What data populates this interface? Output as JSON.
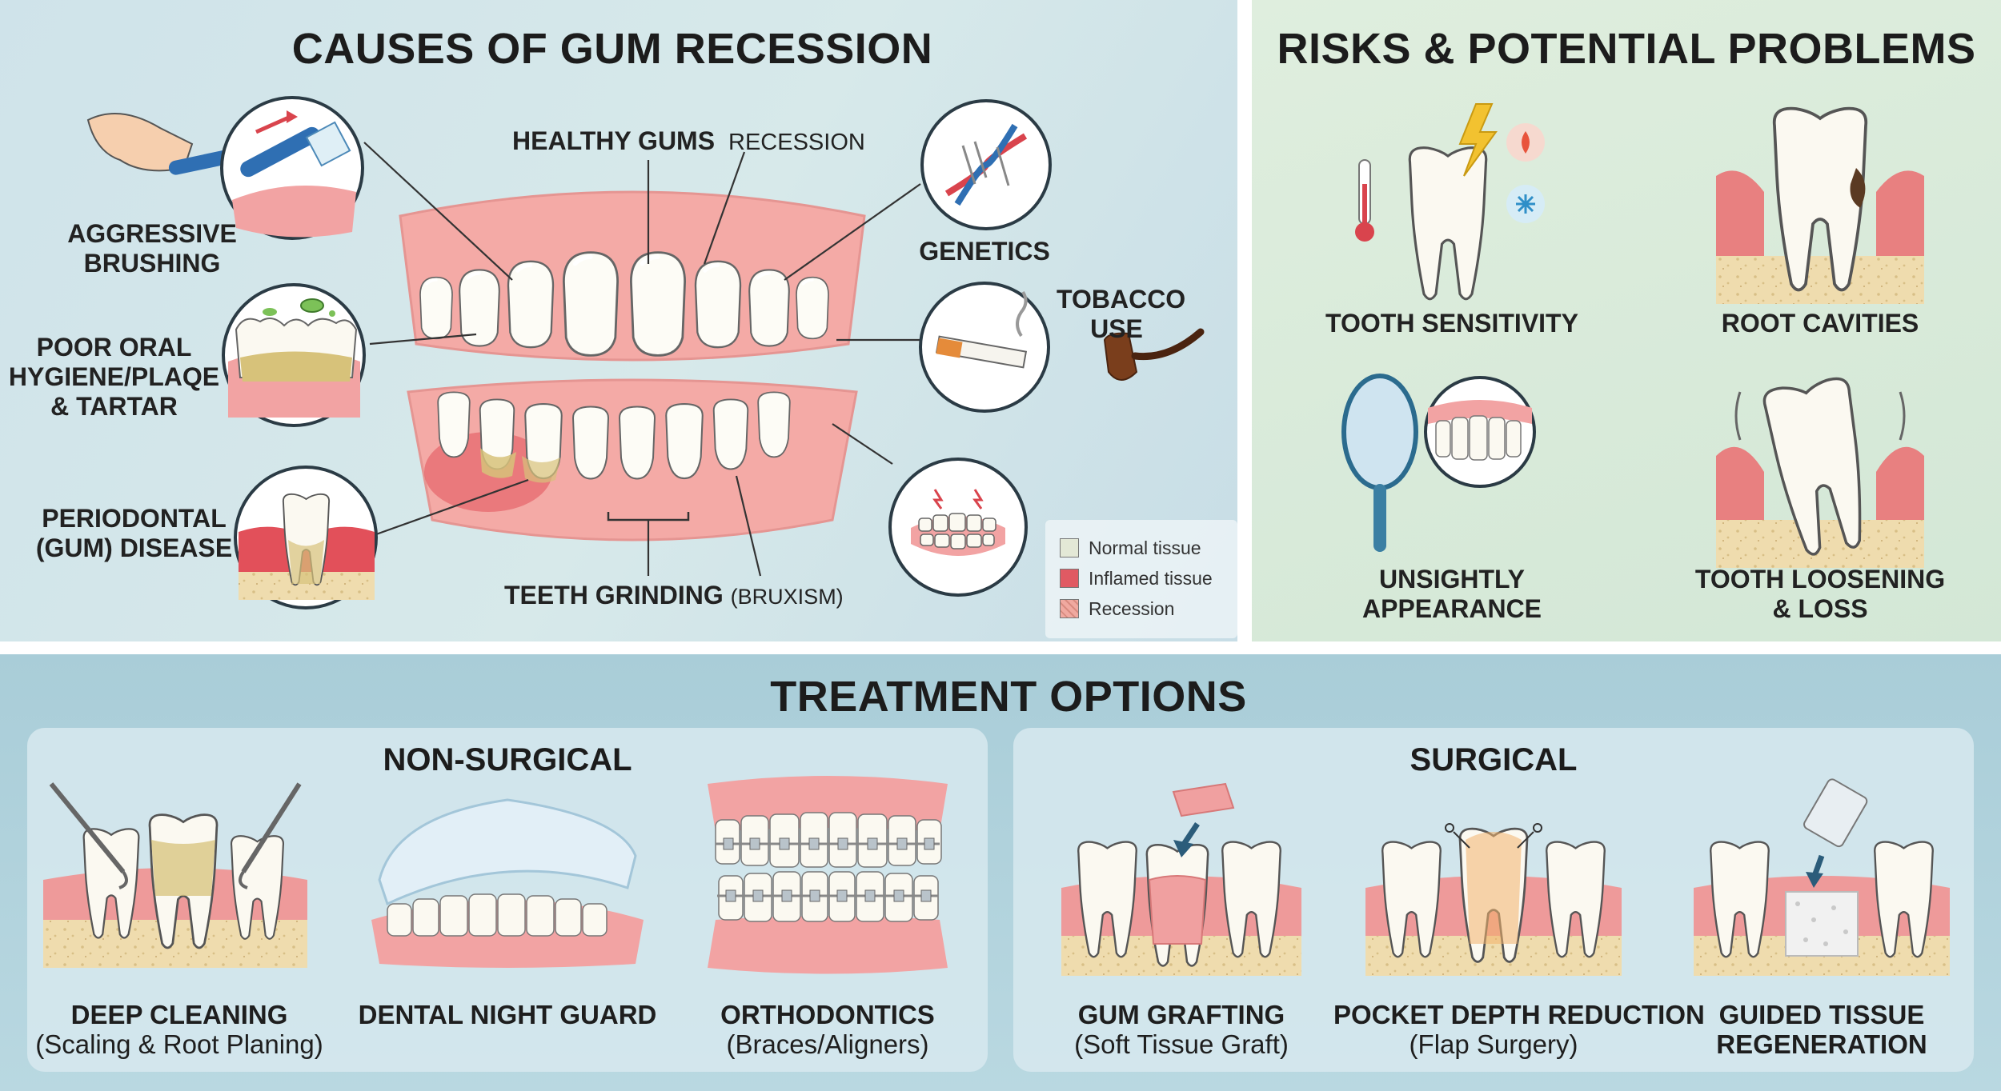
{
  "causes": {
    "title": "CAUSES OF GUM RECESSION",
    "labels": {
      "aggressive_brushing": [
        "AGGRESSIVE",
        "BRUSHING"
      ],
      "poor_hygiene": [
        "POOR ORAL",
        "HYGIENE/PLAQE",
        "& TARTAR"
      ],
      "periodontal": [
        "PERIODONTAL",
        "(GUM) DISEASE"
      ],
      "healthy_gums": "HEALTHY GUMS",
      "recession": "RECESSION",
      "genetics": "GENETICS",
      "tobacco": [
        "TOBACCO",
        "USE"
      ],
      "grinding_main": "TEETH GRINDING",
      "grinding_sub": "(BRUXISM)"
    },
    "legend": [
      {
        "label": "Normal tissue",
        "color": "#e3e8d6"
      },
      {
        "label": "Inflamed tissue",
        "color": "#e05a63"
      },
      {
        "label": "Recession",
        "color": "#f0a9a0"
      }
    ]
  },
  "risks": {
    "title": "RISKS & POTENTIAL PROBLEMS",
    "items": [
      {
        "label": [
          "TOOTH SENSITIVITY"
        ]
      },
      {
        "label": [
          "ROOT CAVITIES"
        ]
      },
      {
        "label": [
          "UNSIGHTLY",
          "APPEARANCE"
        ]
      },
      {
        "label": [
          "TOOTH LOOSENING",
          "& LOSS"
        ]
      }
    ]
  },
  "treatment": {
    "title": "TREATMENT OPTIONS",
    "non_surgical": {
      "title": "NON-SURGICAL",
      "items": [
        {
          "name": "DEEP CLEANING",
          "detail": "(Scaling & Root Planing)"
        },
        {
          "name": "DENTAL NIGHT GUARD",
          "detail": ""
        },
        {
          "name": "ORTHODONTICS",
          "detail": "(Braces/Aligners)"
        }
      ]
    },
    "surgical": {
      "title": "SURGICAL",
      "items": [
        {
          "name": "GUM GRAFTING",
          "detail": "(Soft Tissue Graft)"
        },
        {
          "name": "POCKET DEPTH REDUCTION",
          "detail": "(Flap Surgery)"
        },
        {
          "name": "GUIDED TISSUE",
          "detail": "REGENERATION"
        }
      ]
    }
  },
  "colors": {
    "gum": "#f2a3a3",
    "gum_dark": "#e07e80",
    "tooth": "#fbf9f1",
    "bone": "#efdcae",
    "inflamed": "#d9444d",
    "plaque": "#d7c27a"
  }
}
